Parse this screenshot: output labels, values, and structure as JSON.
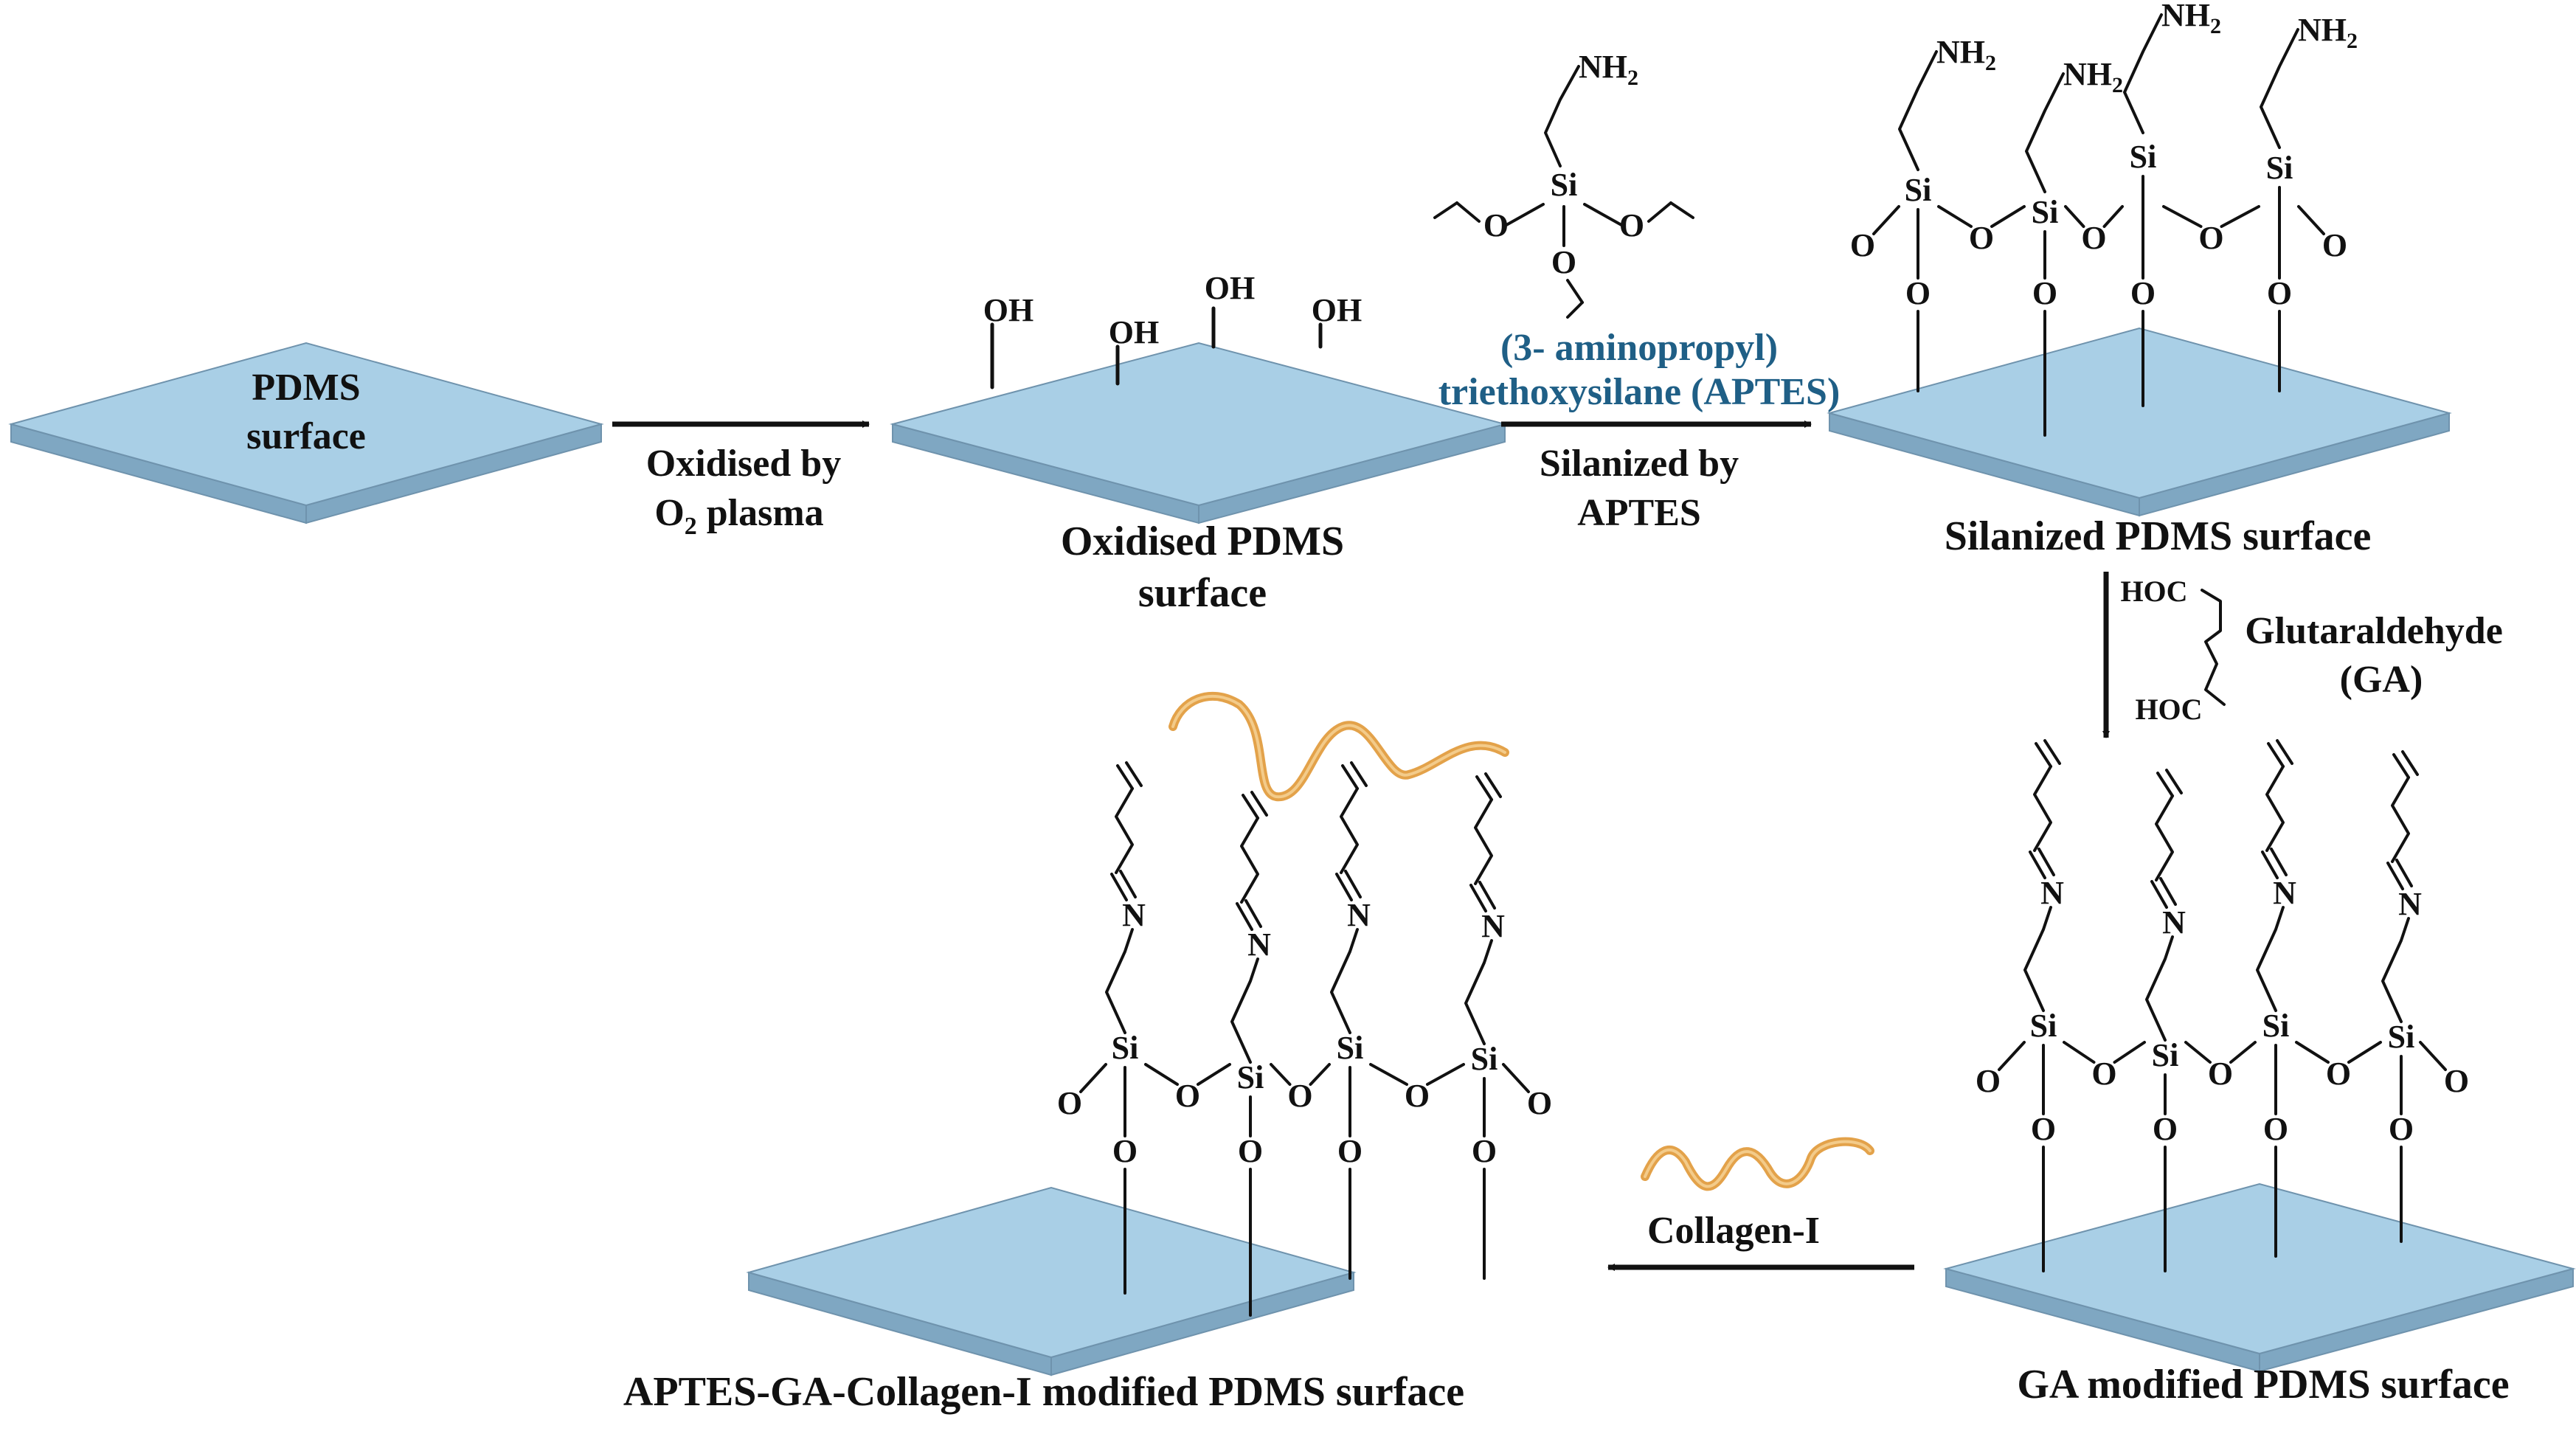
{
  "colors": {
    "slab_top": "#a9cfe6",
    "slab_side": "#7fa7c2",
    "slab_edge": "#6f93ad",
    "collagen": "#e3a24a",
    "arrow": "#111111",
    "aptes_label": "#1f5f86"
  },
  "labels": {
    "pdms_line1": "PDMS",
    "pdms_line2": "surface",
    "step1_line1": "Oxidised by",
    "step1_line2_pre": "O",
    "step1_line2_sub": "2",
    "step1_line2_post": " plasma",
    "oxidised_line1": "Oxidised PDMS",
    "oxidised_line2": "surface",
    "aptes_name_line1": "(3- aminopropyl)",
    "aptes_name_line2": "triethoxysilane (APTES)",
    "step2_line1": "Silanized by",
    "step2_line2": "APTES",
    "silanized": "Silanized PDMS surface",
    "ga_name_line1": "Glutaraldehyde",
    "ga_name_line2": "(GA)",
    "ga_modified": "GA modified PDMS surface",
    "collagen": "Collagen-I",
    "final": "APTES-GA-Collagen-I modified PDMS surface"
  },
  "chem": {
    "oh": "OH",
    "nh": "NH",
    "nh_sub": "2",
    "si": "Si",
    "o": "O",
    "n": "N",
    "hoc": "HOC"
  }
}
